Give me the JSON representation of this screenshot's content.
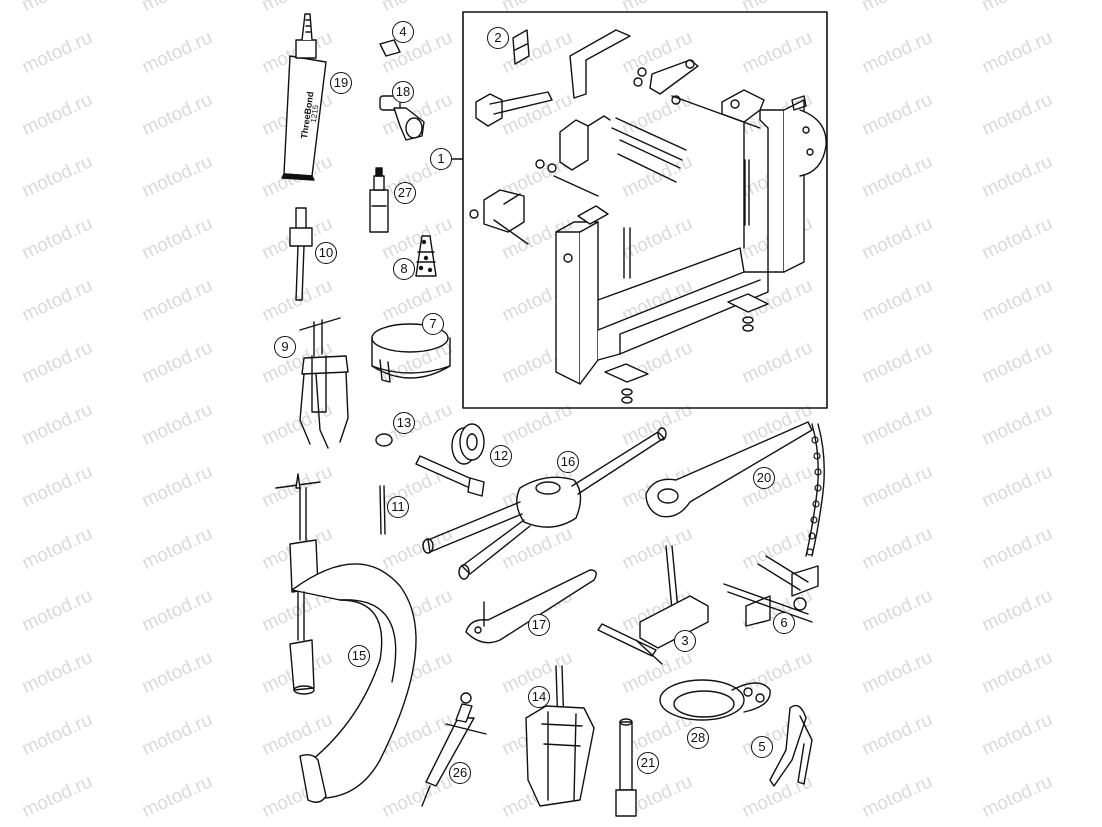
{
  "watermark": {
    "text": "motod.ru",
    "color": "#d9d9d9"
  },
  "tube_label": {
    "brand": "ThreeBond",
    "code": "1215"
  },
  "callouts": [
    "1",
    "2",
    "3",
    "4",
    "5",
    "6",
    "7",
    "8",
    "9",
    "10",
    "11",
    "12",
    "13",
    "14",
    "15",
    "16",
    "17",
    "18",
    "19",
    "20",
    "21",
    "26",
    "27",
    "28"
  ],
  "colors": {
    "line": "#111111",
    "background": "#ffffff"
  }
}
